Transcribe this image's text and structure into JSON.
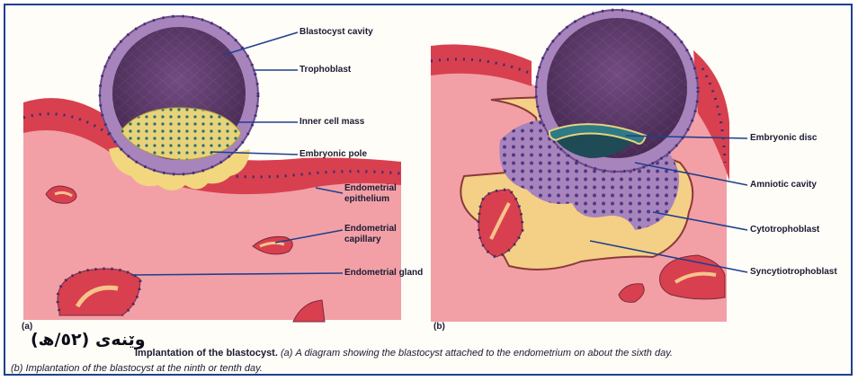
{
  "panel_a": {
    "tag": "(a)",
    "labels": {
      "blastocyst_cavity": "Blastocyst cavity",
      "trophoblast": "Trophoblast",
      "inner_cell_mass": "Inner cell mass",
      "embryonic_pole": "Embryonic pole",
      "endometrial_epithelium": "Endometrial epithelium",
      "endometrial_capillary": "Endometrial capillary",
      "endometrial_gland": "Endometrial gland"
    }
  },
  "panel_b": {
    "tag": "(b)",
    "labels": {
      "embryonic_disc": "Embryonic disc",
      "amniotic_cavity": "Amniotic cavity",
      "cytotrophoblast": "Cytotrophoblast",
      "syncytiotrophoblast": "Syncytiotrophoblast"
    }
  },
  "caption": {
    "figure_number": "وێنەی (٥٢/ھ)",
    "title": "Implantation of the blastocyst.",
    "a_marker": "(a)",
    "a_text": "A diagram showing the blastocyst attached to the endometrium on about the sixth day.",
    "b_marker": "(b)",
    "b_text": "Implantation of the blastocyst at the ninth or tenth day."
  },
  "colors": {
    "tissue": "#f2a0a6",
    "epithelium": "#d8404f",
    "trophoblast": "#a884bd",
    "cavity": "#3a1e4a",
    "inner_cell_mass": "#e6d37c",
    "syncytio": "#f4cf86",
    "embryonic_disc": "#2e7a86",
    "label_line": "#1f3f8f"
  }
}
